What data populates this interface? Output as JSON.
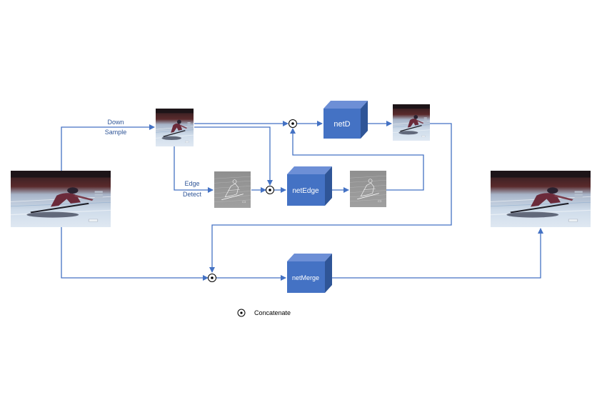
{
  "labels": {
    "down": "Down",
    "sample": "Sample",
    "edge": "Edge",
    "detect": "Detect"
  },
  "boxes": {
    "netD": "netD",
    "netEdge": "netEdge",
    "netMerge": "netMerge"
  },
  "legend": {
    "label": "Concatenate"
  },
  "colors": {
    "arrow": "#4472c4",
    "box_front": "#4472c4",
    "box_top": "#6d8fd6",
    "box_side": "#2f5597"
  }
}
